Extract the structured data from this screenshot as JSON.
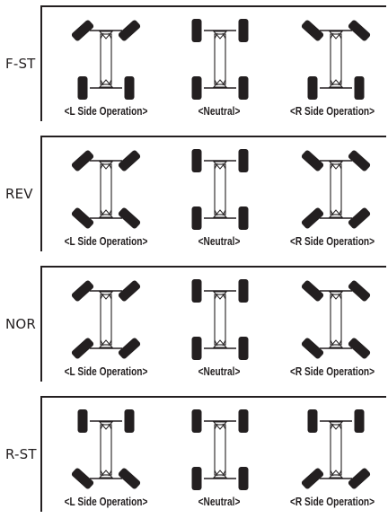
{
  "colors": {
    "ink": "#231f20",
    "background": "#ffffff"
  },
  "captions": [
    "<L Side Operation>",
    "<Neutral>",
    "<R Side Operation>"
  ],
  "modes": [
    {
      "label": "F-ST",
      "front": "steer",
      "rear": "straight"
    },
    {
      "label": "REV",
      "front": "steer",
      "rear": "counter-steer"
    },
    {
      "label": "NOR",
      "front": "steer",
      "rear": "same-steer"
    },
    {
      "label": "R-ST",
      "front": "straight",
      "rear": "steer"
    }
  ]
}
